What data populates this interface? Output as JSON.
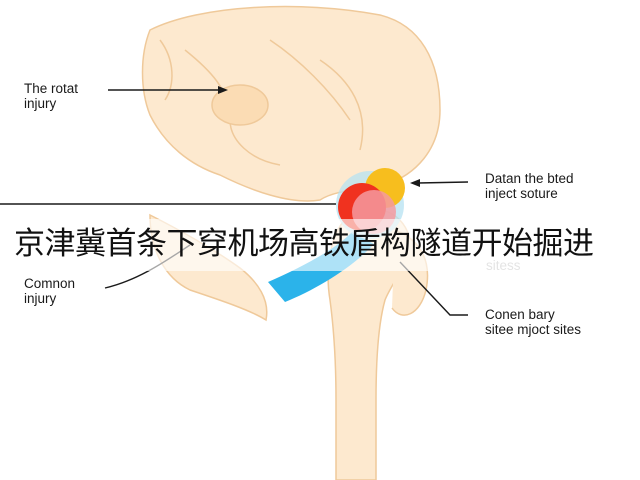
{
  "labels": {
    "rotat": [
      "The rotat",
      "injury"
    ],
    "datan": [
      "Datan the bted",
      "inject soture"
    ],
    "faded": [
      "sitess"
    ],
    "comnon": [
      "Comnon",
      "injury"
    ],
    "conen": [
      "Conen bary",
      "sitee mjoct sites"
    ]
  },
  "banner": "京津冀首条下穿机场高铁盾构隧道开始掘进",
  "colors": {
    "bone": "#fde9cf",
    "bone_edge": "#efc99a",
    "injection_yellow": "#f7be1e",
    "injection_red": "#f0321f",
    "injection_pink": "#f49aa0",
    "injection_blue": "#2bb3ea",
    "cartilage_blue": "#b6e2f1",
    "leader_line": "#1a1a1a"
  }
}
